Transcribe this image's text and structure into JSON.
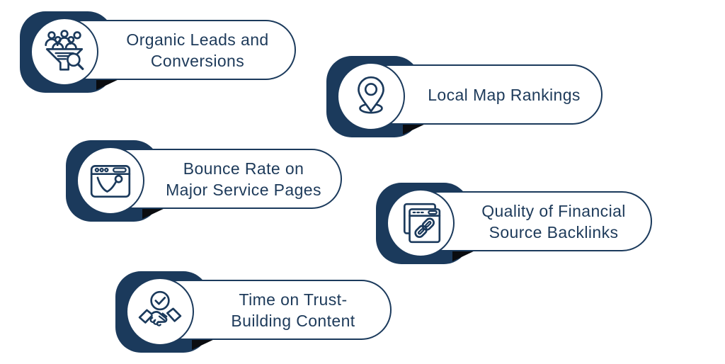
{
  "page": {
    "background": "#ffffff",
    "description": "SEO metrics infographic with five pill callouts"
  },
  "colors": {
    "navy": "#1b3a5c",
    "fold_shadow": "#0a0c10",
    "text": "#1d3a5a",
    "pill_background": "#ffffff"
  },
  "callouts": [
    {
      "id": "organic-leads",
      "icon": "funnel-audience-search-icon",
      "label": "Organic Leads and Conversions",
      "lines": [
        "Organic Leads and",
        "Conversions"
      ]
    },
    {
      "id": "local-map",
      "icon": "location-pin-icon",
      "label": "Local Map Rankings",
      "lines": [
        "Local Map Rankings"
      ]
    },
    {
      "id": "bounce-rate",
      "icon": "browser-bounce-arrow-icon",
      "label": "Bounce Rate on Major Service Pages",
      "lines": [
        "Bounce Rate on",
        "Major Service Pages"
      ]
    },
    {
      "id": "backlinks",
      "icon": "browser-chain-link-icon",
      "label": "Quality of Financial Source Backlinks",
      "lines": [
        "Quality of Financial",
        "Source Backlinks"
      ]
    },
    {
      "id": "trust-content",
      "icon": "handshake-check-icon",
      "label": "Time on Trust-Building Content",
      "lines": [
        "Time on Trust-",
        "Building Content"
      ]
    }
  ]
}
